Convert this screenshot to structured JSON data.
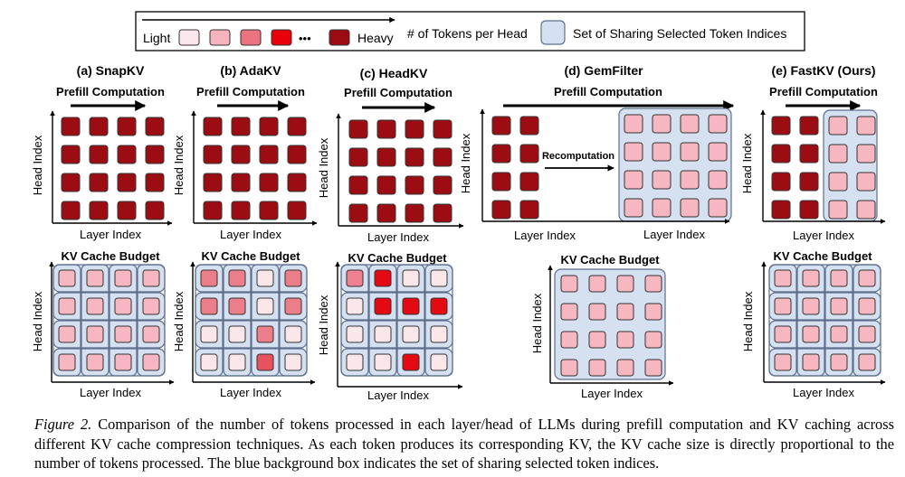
{
  "legend": {
    "light_label": "Light",
    "heavy_label": "Heavy",
    "dots": "•••",
    "tokens_label": "# of Tokens per Head",
    "sharing_label": "Set of Sharing Selected Token Indices",
    "heat_colors": [
      "#fce8ec",
      "#f6b3bd",
      "#ec7480",
      "#e8000b",
      "#9d0b12"
    ]
  },
  "labels": {
    "prefill": "Prefill Computation",
    "kv_budget": "KV Cache Budget",
    "head_index": "Head Index",
    "layer_index": "Layer Index",
    "recomputation": "Recomputation"
  },
  "colors": {
    "dark": "#9b0c13",
    "light": "#f7b7c1",
    "share_fill": "#d5e1f1",
    "share_stroke": "#5c6f8c"
  },
  "methods": [
    {
      "title": "(a) SnapKV",
      "kv": [
        [
          "light",
          "light",
          "light",
          "light"
        ],
        [
          "light",
          "light",
          "light",
          "light"
        ],
        [
          "light",
          "light",
          "light",
          "light"
        ],
        [
          "light",
          "light",
          "light",
          "light"
        ]
      ]
    },
    {
      "title": "(b) AdaKV",
      "kv": [
        [
          "#ec7e8a",
          "#ec7e8a",
          "#fbe6ea",
          "#ec7e8a"
        ],
        [
          "#ec7e8a",
          "#ec7e8a",
          "#fbe6ea",
          "#ec7e8a"
        ],
        [
          "#fbe6ea",
          "#fbe6ea",
          "#ec7e8a",
          "#fbe6ea"
        ],
        [
          "#fbe6ea",
          "#fbe6ea",
          "#e8525f",
          "#fbe6ea"
        ]
      ]
    },
    {
      "title": "(c) HeadKV",
      "kv": [
        [
          "#ef8290",
          "#e50912",
          "#fbe6ea",
          "#fbe6ea"
        ],
        [
          "#fbe6ea",
          "#e50912",
          "#e50912",
          "#e50912"
        ],
        [
          "#fbe6ea",
          "#fbe6ea",
          "#fbe6ea",
          "#fbe6ea"
        ],
        [
          "#fbe6ea",
          "#fbe6ea",
          "#e50912",
          "#fbe6ea"
        ]
      ]
    },
    {
      "title": "(d) GemFilter"
    },
    {
      "title": "(e) FastKV (Ours)"
    }
  ],
  "caption": {
    "lead": "Figure 2.",
    "text": " Comparison of the number of tokens processed in each layer/head of LLMs during prefill computation and KV caching across different KV cache compression techniques. As each token produces its corresponding KV, the KV cache size is directly proportional to the number of tokens processed. The blue background box indicates the set of sharing selected token indices."
  }
}
